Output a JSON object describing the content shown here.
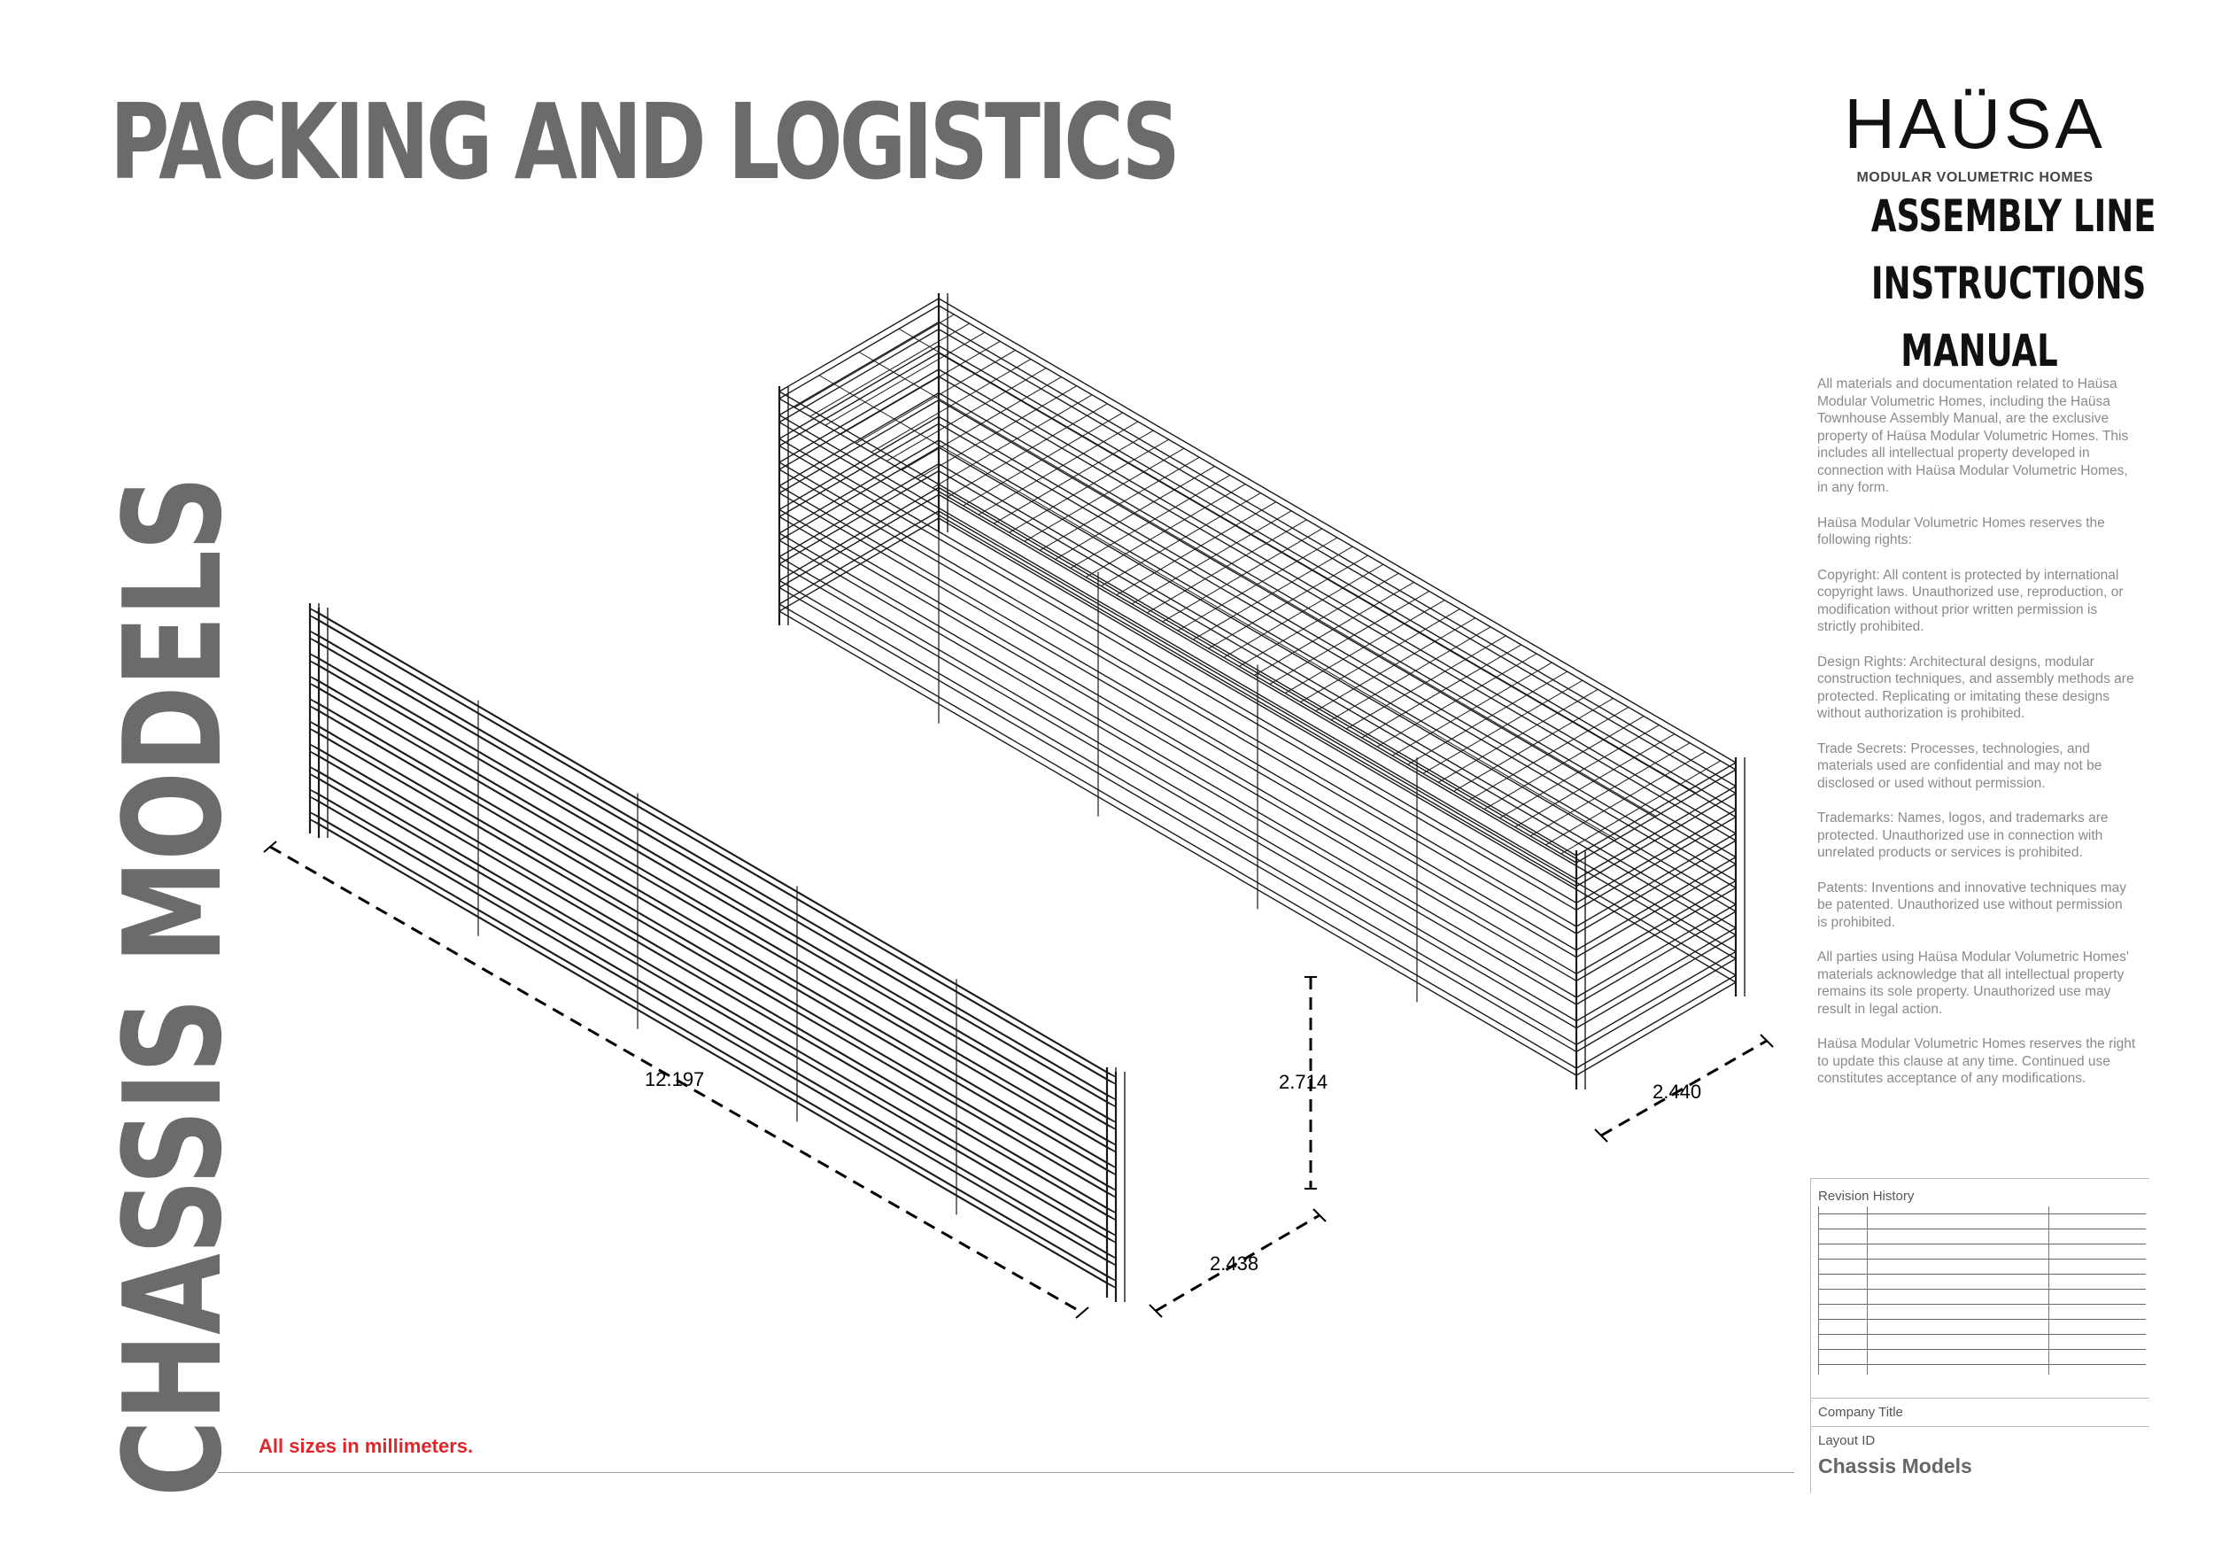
{
  "page": {
    "title": "PACKING AND LOGISTICS",
    "side_title": "CHASSIS MODELS",
    "note": "All sizes in millimeters."
  },
  "brand": {
    "logo_text": "HAÜSA",
    "tagline": "MODULAR VOLUMETRIC HOMES",
    "manual_lines": [
      "ASSEMBLY LINE",
      "INSTRUCTIONS",
      "MANUAL"
    ]
  },
  "legal": [
    "All materials and documentation related to Haüsa Modular Volumetric Homes, including the Haüsa Townhouse Assembly Manual, are the exclusive property of Haüsa Modular Volumetric Homes. This includes all intellectual property developed in connection with Haüsa Modular Volumetric Homes, in any form.",
    "Haüsa Modular Volumetric Homes reserves the following rights:",
    "Copyright: All content is protected by international copyright laws. Unauthorized use, reproduction, or modification without prior written permission is strictly prohibited.",
    "Design Rights: Architectural designs, modular construction techniques, and assembly methods are protected. Replicating or imitating these designs without authorization is prohibited.",
    "Trade Secrets: Processes, technologies, and materials used are confidential and may not be disclosed or used without permission.",
    "Trademarks: Names, logos, and trademarks are protected. Unauthorized use in connection with unrelated products or services is prohibited.",
    "Patents: Inventions and innovative techniques may be patented. Unauthorized use without permission is prohibited.",
    "All parties using Haüsa Modular Volumetric Homes' materials acknowledge that all intellectual property remains its sole property. Unauthorized use may result in legal action.",
    "Haüsa Modular Volumetric Homes reserves the right to update this clause at any time. Continued use constitutes acceptance of any modifications."
  ],
  "title_block": {
    "revision_history_label": "Revision History",
    "company_title_label": "Company Title",
    "layout_id_label": "Layout ID",
    "layout_name": "Chassis Models"
  },
  "dimensions": {
    "left_length": "12.197",
    "left_height": "2.714",
    "left_width": "2.438",
    "right_width": "2.440"
  },
  "colors": {
    "heading_gray": "#6b6b6b",
    "note_red": "#e0262b",
    "legal_gray": "#8a8a8a"
  }
}
